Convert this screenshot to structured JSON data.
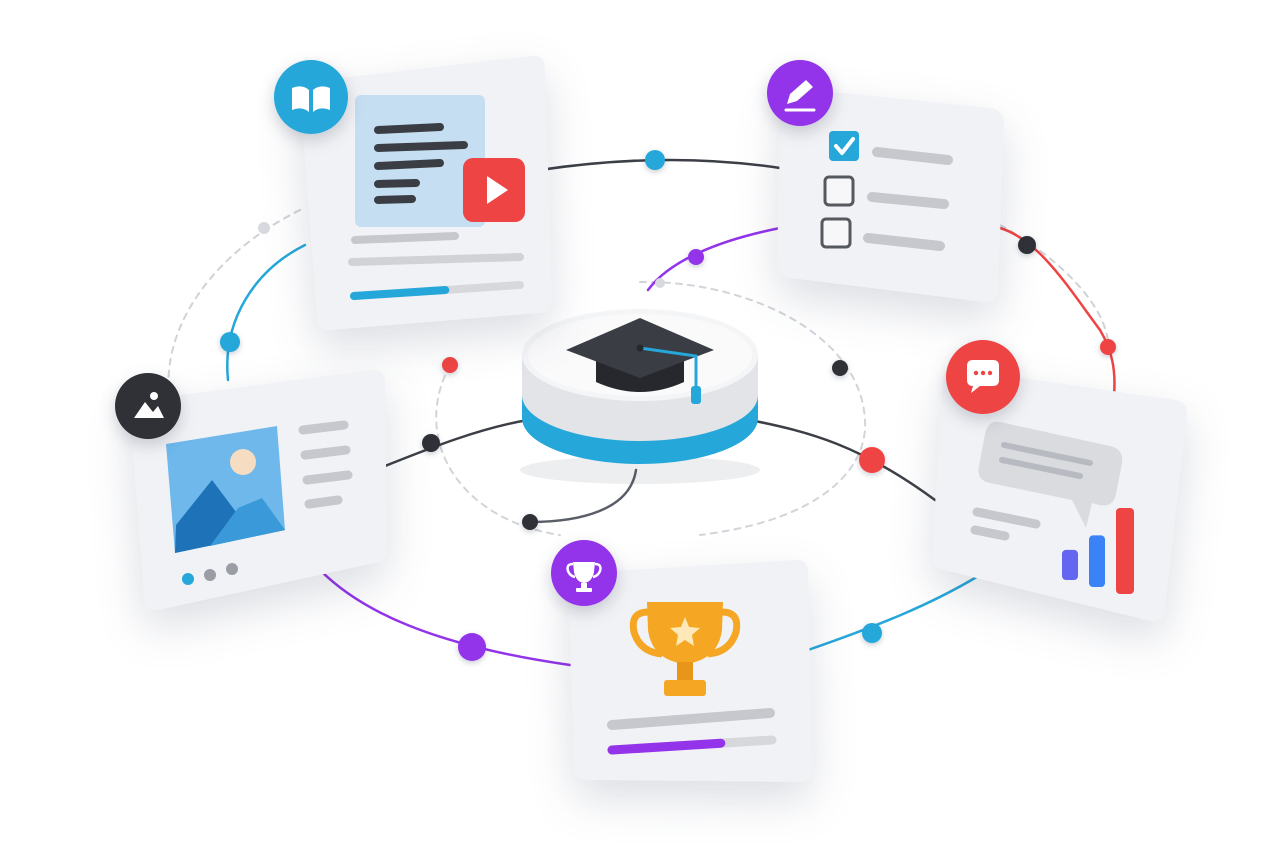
{
  "colors": {
    "cyan": "#25A7DA",
    "purple": "#9333EA",
    "red": "#EF4444",
    "dark": "#2F3137",
    "gold": "#F5A623",
    "card": "#F1F2F5",
    "bar_gray": "#C6C8CD"
  },
  "hub": {
    "icon": "graduation-cap-icon"
  },
  "cards": [
    {
      "id": "lesson",
      "badge_icon": "book-icon",
      "content_icons": [
        "text-lines-icon",
        "video-play-icon"
      ],
      "progress": 0.55
    },
    {
      "id": "quiz",
      "badge_icon": "pencil-icon",
      "checklist": [
        true,
        false,
        false
      ]
    },
    {
      "id": "media",
      "badge_icon": "image-icon",
      "content_icons": [
        "landscape-image-icon"
      ],
      "carousel_active": 0
    },
    {
      "id": "achievement",
      "badge_icon": "trophy-icon",
      "content_icons": [
        "trophy-star-icon"
      ],
      "progress": 0.68
    },
    {
      "id": "discussion",
      "badge_icon": "chat-icon",
      "content_icons": [
        "speech-bubble-icon",
        "bar-chart-icon"
      ],
      "bars": [
        0.35,
        0.6,
        1.0
      ]
    }
  ]
}
